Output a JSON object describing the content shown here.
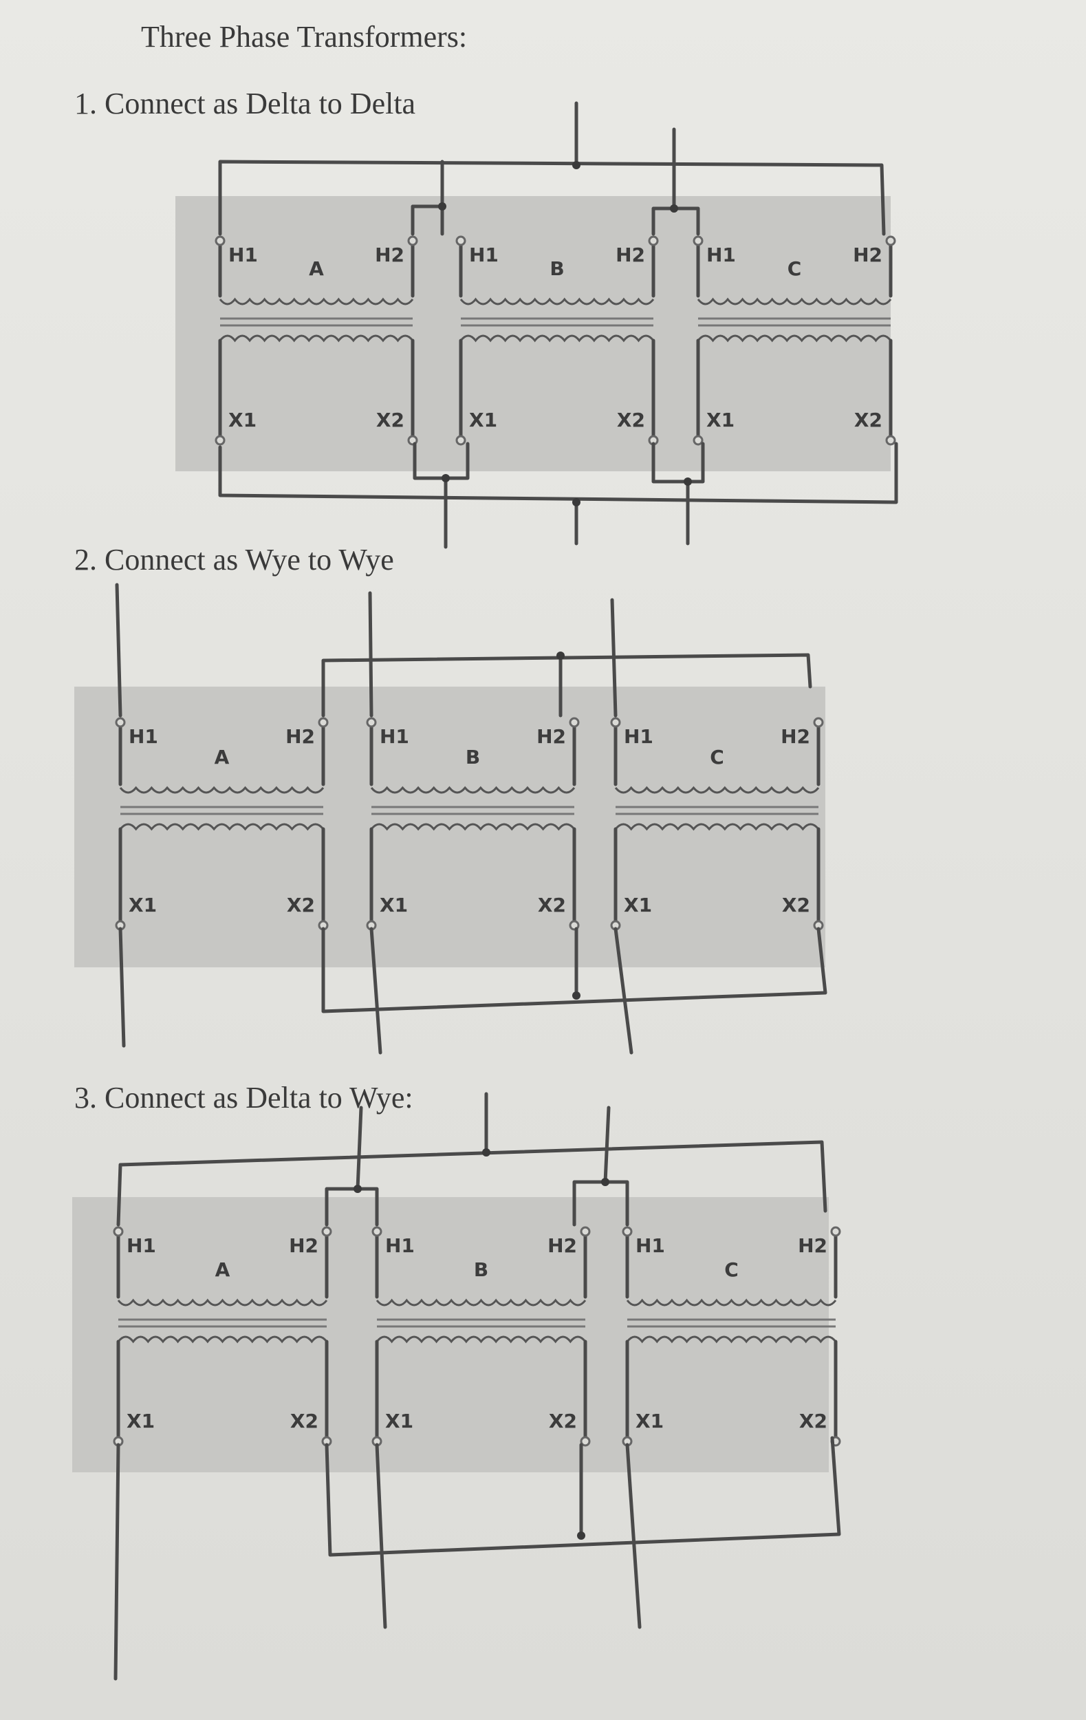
{
  "title": "Three Phase Transformers:",
  "sections": [
    {
      "heading": "1.  Connect as Delta to Delta",
      "transformers": [
        {
          "name": "A",
          "h1": "H1",
          "h2": "H2",
          "x1": "X1",
          "x2": "X2"
        },
        {
          "name": "B",
          "h1": "H1",
          "h2": "H2",
          "x1": "X1",
          "x2": "X2"
        },
        {
          "name": "C",
          "h1": "H1",
          "h2": "H2",
          "x1": "X1",
          "x2": "X2"
        }
      ]
    },
    {
      "heading": "2.  Connect as Wye to Wye",
      "transformers": [
        {
          "name": "A",
          "h1": "H1",
          "h2": "H2",
          "x1": "X1",
          "x2": "X2"
        },
        {
          "name": "B",
          "h1": "H1",
          "h2": "H2",
          "x1": "X1",
          "x2": "X2"
        },
        {
          "name": "C",
          "h1": "H1",
          "h2": "H2",
          "x1": "X1",
          "x2": "X2"
        }
      ]
    },
    {
      "heading": "3.  Connect as Delta to Wye:",
      "transformers": [
        {
          "name": "A",
          "h1": "H1",
          "h2": "H2",
          "x1": "X1",
          "x2": "X2"
        },
        {
          "name": "B",
          "h1": "H1",
          "h2": "H2",
          "x1": "X1",
          "x2": "X2"
        },
        {
          "name": "C",
          "h1": "H1",
          "h2": "H2",
          "x1": "X1",
          "x2": "X2"
        }
      ]
    }
  ],
  "colors": {
    "paper": "#e6e6e2",
    "band": "#c7c7c4",
    "ink": "#4a4a4a"
  }
}
